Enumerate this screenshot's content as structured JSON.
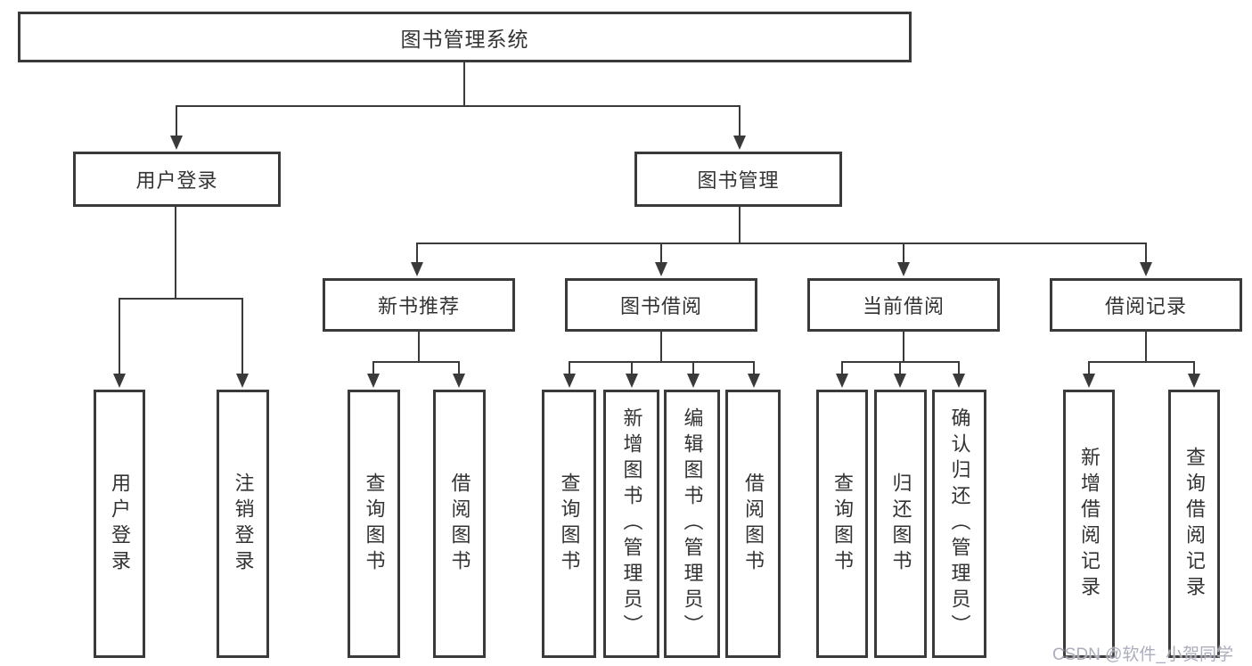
{
  "tree": {
    "root": {
      "label": "图书管理系统",
      "children": [
        {
          "label": "用户登录",
          "children": [
            {
              "label": "用户登录"
            },
            {
              "label": "注销登录"
            }
          ]
        },
        {
          "label": "图书管理",
          "children": [
            {
              "label": "新书推荐",
              "children": [
                {
                  "label": "查询图书"
                },
                {
                  "label": "借阅图书"
                }
              ]
            },
            {
              "label": "图书借阅",
              "children": [
                {
                  "label": "查询图书"
                },
                {
                  "label": "新增图书（管理员）"
                },
                {
                  "label": "编辑图书（管理员）"
                },
                {
                  "label": "借阅图书"
                }
              ]
            },
            {
              "label": "当前借阅",
              "children": [
                {
                  "label": "查询图书"
                },
                {
                  "label": "归还图书"
                },
                {
                  "label": "确认归还（管理员）"
                }
              ]
            },
            {
              "label": "借阅记录",
              "children": [
                {
                  "label": "新增借阅记录"
                },
                {
                  "label": "查询借阅记录"
                }
              ]
            }
          ]
        }
      ]
    }
  },
  "watermark": {
    "text": "CSDN @软件_小贺同学"
  },
  "colors": {
    "line": "#3a3a3a",
    "text": "#333333",
    "background": "#ffffff",
    "watermark": "#a8aab8"
  }
}
